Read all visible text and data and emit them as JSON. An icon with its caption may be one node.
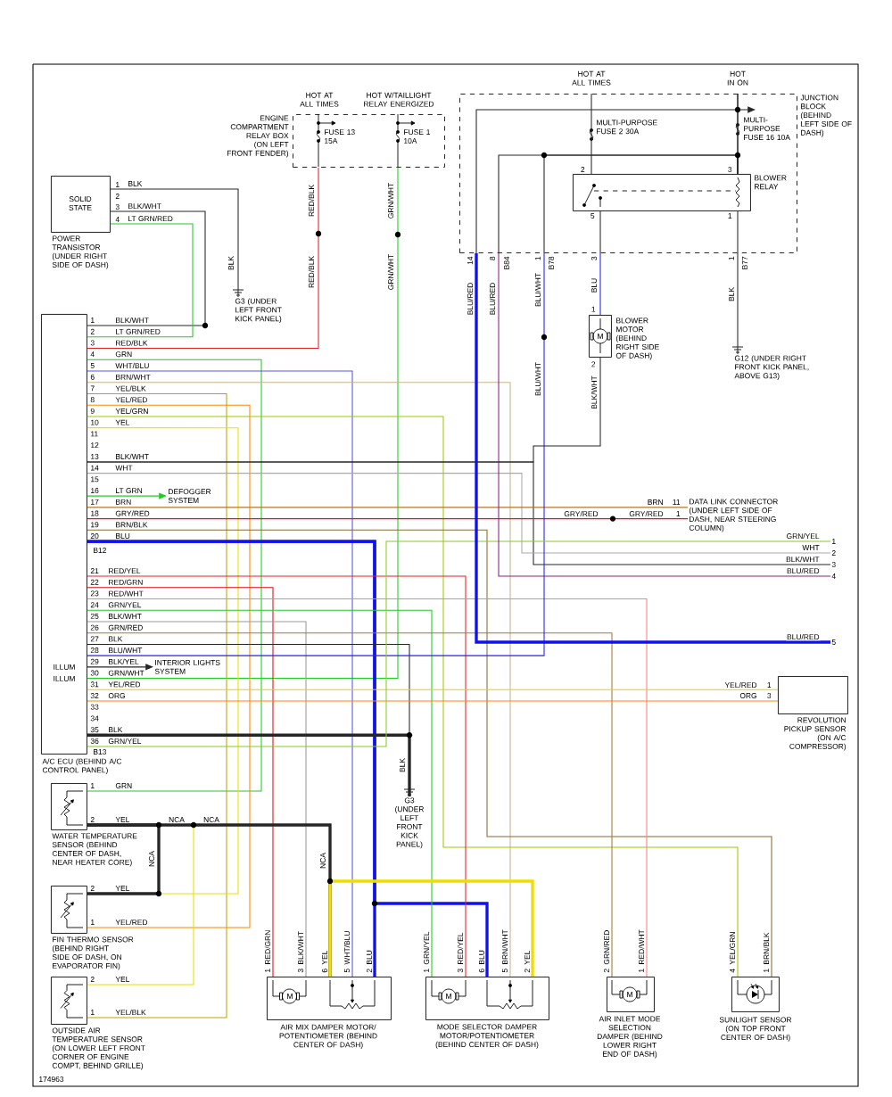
{
  "diagram": {
    "nodes": [
      {
        "text": [
          "ENGINE COMPARTMENT RELAY BOX (ON LEFT FRONT FENDER)",
          "FUSE 13 15A",
          "FUSE 1 10A"
        ],
        "beside": [
          "HOT AT ALL TIMES",
          "HOT W/TAILLIGHT RELAY ENERGIZED"
        ]
      },
      {
        "text": [
          "JUNCTION BLOCK (BEHIND LEFT SIDE OF DASH)"
        ],
        "beside": [
          "HOT AT ALL TIMES",
          "HOT IN ON",
          "MULTI-PURPOSE FUSE 2 30A",
          "MULTI-PURPOSE FUSE 16 10A",
          "14",
          "8",
          "B84",
          "1",
          "B78",
          "3",
          "1",
          "B77"
        ]
      },
      {
        "text": [
          "BLOWER RELAY"
        ],
        "in": 1,
        "beside": [
          "2",
          "3",
          "5",
          "1"
        ]
      },
      {
        "text": [
          "SOLID STATE",
          "POWER TRANSISTOR (UNDER RIGHT SIDE OF DASH)"
        ],
        "beside": [
          "1",
          "2",
          "3",
          "4"
        ]
      },
      {
        "text": [
          "ILLUM",
          "ILLUM",
          "A/C ECU (BEHIND A/C CONTROL PANEL)"
        ],
        "beside": [
          "1",
          "2",
          "3",
          "4",
          "5",
          "6",
          "7",
          "8",
          "9",
          "10",
          "11",
          "12",
          "13",
          "14",
          "15",
          "16",
          "17",
          "18",
          "19",
          "20",
          "21",
          "22",
          "23",
          "24",
          "25",
          "26",
          "27",
          "28",
          "29",
          "30",
          "31",
          "32",
          "33",
          "34",
          "35",
          "36",
          "B12",
          "B13"
        ]
      },
      {
        "text": [
          "BLOWER MOTOR (BEHIND RIGHT SIDE OF DASH)"
        ],
        "beside": [
          "1",
          "2"
        ]
      },
      {
        "text": [
          "G3 (UNDER LEFT FRONT KICK PANEL)"
        ]
      },
      {
        "text": [
          "G12 (UNDER RIGHT FRONT KICK PANEL, ABOVE G13)"
        ]
      },
      {
        "text": [
          "DATA LINK CONNECTOR (UNDER LEFT SIDE OF DASH, NEAR STEERING COLUMN)"
        ],
        "beside": [
          "11",
          "1"
        ]
      },
      {
        "text": [
          "REVOLUTION PICKUP SENSOR (ON A/C COMPRESSOR)"
        ],
        "beside": [
          "1",
          "3"
        ]
      },
      {
        "text": [
          "DEFOGGER SYSTEM"
        ]
      },
      {
        "text": [
          "INTERIOR LIGHTS SYSTEM"
        ]
      },
      {
        "text": [
          "G3 (UNDER LEFT FRONT KICK PANEL)"
        ]
      },
      {
        "text": [
          "WATER TEMPERATURE SENSOR (BEHIND CENTER OF DASH, NEAR HEATER CORE)"
        ],
        "beside": [
          "1",
          "2"
        ]
      },
      {
        "text": [
          "FIN THERMO SENSOR (BEHIND RIGHT SIDE OF DASH, ON EVAPORATOR FIN)"
        ],
        "beside": [
          "2",
          "1"
        ]
      },
      {
        "text": [
          "OUTSIDE AIR TEMPERATURE SENSOR (ON LOWER LEFT FRONT CORNER OF ENGINE COMPT, BEHIND GRILLE)"
        ],
        "beside": [
          "2",
          "1"
        ]
      },
      {
        "text": [
          "AIR MIX DAMPER MOTOR/ POTENTIOMETER (BEHIND CENTER OF DASH)"
        ],
        "beside": [
          "1",
          "3",
          "6",
          "5",
          "2"
        ]
      },
      {
        "text": [
          "MODE SELECTOR DAMPER MOTOR/POTENTIOMETER (BEHIND CENTER OF DASH)"
        ],
        "beside": [
          "1",
          "3",
          "6",
          "5",
          "2"
        ]
      },
      {
        "text": [
          "AIR INLET MODE SELECTION DAMPER (BEHIND LOWER RIGHT END OF DASH)"
        ],
        "beside": [
          "2",
          "1"
        ]
      },
      {
        "text": [
          "SUNLIGHT SENSOR (ON TOP FRONT CENTER OF DASH)"
        ],
        "beside": [
          "4",
          "1"
        ]
      },
      {
        "text": [
          "1"
        ]
      },
      {
        "text": [
          "2"
        ]
      },
      {
        "text": [
          "3"
        ]
      },
      {
        "text": [
          "4"
        ]
      },
      {
        "text": [
          "5"
        ]
      }
    ],
    "edges": [
      {
        "from": 3,
        "to": 6,
        "arrow": "none",
        "label": "BLK"
      },
      {
        "from": 3,
        "to": 4,
        "arrow": "none",
        "label": "BLK/WHT"
      },
      {
        "from": 3,
        "to": 4,
        "arrow": "none",
        "label": "LT GRN/RED",
        "color": "#22cc22"
      },
      {
        "from": 0,
        "to": 4,
        "arrow": "none",
        "label": "RED/BLK",
        "color": "#dd2222"
      },
      {
        "from": 0,
        "to": 4,
        "arrow": "none",
        "label": "GRN/WHT",
        "color": "#22cc22"
      },
      {
        "from": 4,
        "to": 13,
        "arrow": "none",
        "label": "GRN",
        "color": "#22cc22"
      },
      {
        "from": 4,
        "to": 16,
        "arrow": "none",
        "label": "WHT/BLU",
        "color": "#5555ee"
      },
      {
        "from": 4,
        "to": 17,
        "arrow": "none",
        "label": "BRN/WHT",
        "color": "#c8b48c"
      },
      {
        "from": 4,
        "to": 15,
        "arrow": "none",
        "label": "YEL/BLK",
        "color": "#b8a800"
      },
      {
        "from": 4,
        "to": 14,
        "arrow": "none",
        "label": "YEL/RED",
        "color": "#ff8800"
      },
      {
        "from": 4,
        "to": 19,
        "arrow": "none",
        "label": "YEL/GRN",
        "color": "#99cc00"
      },
      {
        "from": 4,
        "to": 14,
        "arrow": "none",
        "label": "YEL",
        "color": "#eedd00"
      },
      {
        "from": 4,
        "to": 22,
        "arrow": "none",
        "label": "BLK/WHT"
      },
      {
        "from": 4,
        "to": 21,
        "arrow": "none",
        "label": "WHT",
        "color": "#aaaaaa"
      },
      {
        "from": 4,
        "to": 10,
        "arrow": "to",
        "label": "LT GRN",
        "color": "#22cc22"
      },
      {
        "from": 4,
        "to": 8,
        "arrow": "none",
        "label": "BRN",
        "color": "#b07830"
      },
      {
        "from": 4,
        "to": 8,
        "arrow": "none",
        "label": "GRY/RED",
        "color": "#ee1111"
      },
      {
        "from": 4,
        "to": 19,
        "arrow": "none",
        "label": "BRN/BLK",
        "color": "#8a6a30"
      },
      {
        "from": 4,
        "to": 16,
        "arrow": "none",
        "label": "BLU",
        "color": "#1111ee",
        "style": "thick"
      },
      {
        "from": 4,
        "to": 17,
        "arrow": "none",
        "label": "BLU",
        "color": "#1111ee",
        "style": "thick"
      },
      {
        "from": 4,
        "to": 17,
        "arrow": "none",
        "label": "RED/YEL",
        "color": "#ee2222"
      },
      {
        "from": 4,
        "to": 16,
        "arrow": "none",
        "label": "RED/GRN",
        "color": "#dd1111"
      },
      {
        "from": 4,
        "to": 18,
        "arrow": "none",
        "label": "RED/WHT",
        "color": "#ff8080"
      },
      {
        "from": 4,
        "to": 17,
        "arrow": "none",
        "label": "GRN/YEL",
        "color": "#22cc22"
      },
      {
        "from": 4,
        "to": 16,
        "arrow": "none",
        "label": "BLK/WHT",
        "color": "#999999"
      },
      {
        "from": 4,
        "to": 18,
        "arrow": "none",
        "label": "GRN/RED",
        "color": "#aa7733"
      },
      {
        "from": 4,
        "to": 12,
        "arrow": "none",
        "label": "BLK"
      },
      {
        "from": 4,
        "to": 1,
        "arrow": "none",
        "label": "BLU/WHT",
        "color": "#2222ee"
      },
      {
        "from": 4,
        "to": 11,
        "arrow": "to",
        "label": "BLK/YEL"
      },
      {
        "from": 4,
        "to": 9,
        "arrow": "none",
        "label": "YEL/RED",
        "color": "#eecc00"
      },
      {
        "from": 4,
        "to": 9,
        "arrow": "none",
        "label": "ORG",
        "color": "#ff8800"
      },
      {
        "from": 4,
        "to": 12,
        "arrow": "none",
        "label": "BLK",
        "style": "thick"
      },
      {
        "from": 4,
        "to": 20,
        "arrow": "none",
        "label": "GRN/YEL",
        "color": "#88cc22"
      },
      {
        "from": 1,
        "to": 24,
        "arrow": "none",
        "label": "BLU/RED",
        "color": "#1111ee",
        "style": "thick"
      },
      {
        "from": 1,
        "to": 23,
        "arrow": "none",
        "label": "BLU/RED",
        "color": "#882288"
      },
      {
        "from": 1,
        "to": 5,
        "arrow": "none",
        "label": "BLU",
        "color": "#2222ee"
      },
      {
        "from": 1,
        "to": 7,
        "arrow": "none",
        "label": "BLK"
      },
      {
        "from": 5,
        "to": 4,
        "arrow": "none",
        "label": "BLK/WHT"
      },
      {
        "from": 13,
        "to": 15,
        "arrow": "none",
        "label": "YEL",
        "color": "#eedd00"
      },
      {
        "from": 13,
        "to": 14,
        "arrow": "none",
        "label": "NCA",
        "style": "thick"
      },
      {
        "from": 13,
        "to": 16,
        "arrow": "none",
        "label": "NCA",
        "style": "thick"
      },
      {
        "from": 16,
        "to": 17,
        "arrow": "none",
        "label": "YEL",
        "color": "#eedd00",
        "style": "thick"
      },
      {
        "from": 1,
        "to": 2,
        "arrow": "none"
      },
      {
        "from": 1,
        "to": 2,
        "arrow": "none"
      },
      {
        "from": 2,
        "to": 1,
        "arrow": "none"
      },
      {
        "from": 2,
        "to": 1,
        "arrow": "none"
      },
      {
        "from": 1,
        "to": 2,
        "arrow": "none"
      },
      {
        "from": 1,
        "to": 2,
        "arrow": "none"
      },
      {
        "from": 1,
        "to": 2,
        "arrow": "none"
      },
      {
        "from": 1,
        "to": null,
        "arrow": "to"
      }
    ],
    "labels": [
      "BLK",
      "BLK/WHT",
      "LT GRN/RED",
      "RED/BLK",
      "RED/BLK",
      "GRN/WHT",
      "GRN/WHT",
      "GRN",
      "WHT/BLU",
      "BRN/WHT",
      "YEL/BLK",
      "YEL/RED",
      "YEL/GRN",
      "YEL",
      "BLK/WHT",
      "WHT",
      "BRN",
      "GRY/RED",
      "GRY/RED",
      "BRN/BLK",
      "BLU",
      "RED/YEL",
      "RED/GRN",
      "RED/WHT",
      "GRN/YEL",
      "BLK/WHT",
      "GRN/RED",
      "BLK",
      "BLU/WHT",
      "BLU/WHT",
      "YEL/RED",
      "ORG",
      "GRN/YEL",
      "BLU/RED",
      "BLU/RED",
      "YEL",
      "NCA",
      "NCA",
      "YEL",
      "M",
      "M",
      "M",
      "M",
      "174963"
    ]
  }
}
